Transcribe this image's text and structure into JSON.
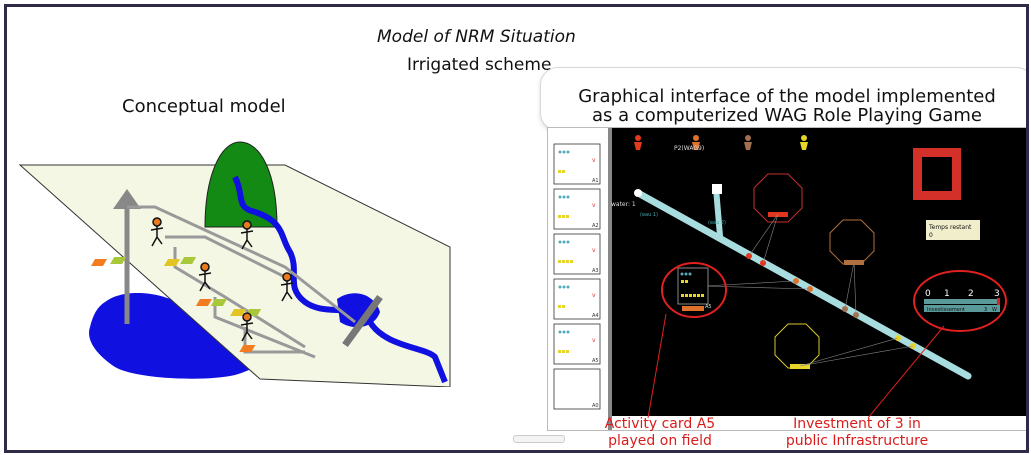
{
  "header": {
    "title": "Model of NRM Situation",
    "subtitle": "Irrigated scheme"
  },
  "conceptual": {
    "title": "Conceptual model"
  },
  "gui": {
    "caption_line1": "Graphical interface of the model implemented",
    "caption_line2": "as a computerized WAG Role Playing Game",
    "player_label": "P2(WAG9)",
    "water_label": "water: 1",
    "timer_title": "Temps restant",
    "timer_value": "0",
    "investment": {
      "ticks": [
        "0",
        "1",
        "2",
        "3"
      ],
      "label": "Investissement",
      "value": "3",
      "unit": "W"
    },
    "cards": [
      {
        "label": "A1"
      },
      {
        "label": "A2"
      },
      {
        "label": "A3"
      },
      {
        "label": "A4"
      },
      {
        "label": "A5"
      },
      {
        "label": "A0"
      }
    ],
    "placed_card_label": "A5",
    "small_labels": [
      "(eau 1)",
      "(eau 2)"
    ]
  },
  "annotations": {
    "card_line1": "Activity card A5",
    "card_line2": "played on field",
    "invest_line1": "Investment of 3 in",
    "invest_line2": "public Infrastructure"
  },
  "colors": {
    "annotation_red": "#d91c1c",
    "water_blue": "#1010e0",
    "hill_green": "#138a13",
    "canal_cyan": "#a8dde0",
    "game_background": "#000000"
  }
}
